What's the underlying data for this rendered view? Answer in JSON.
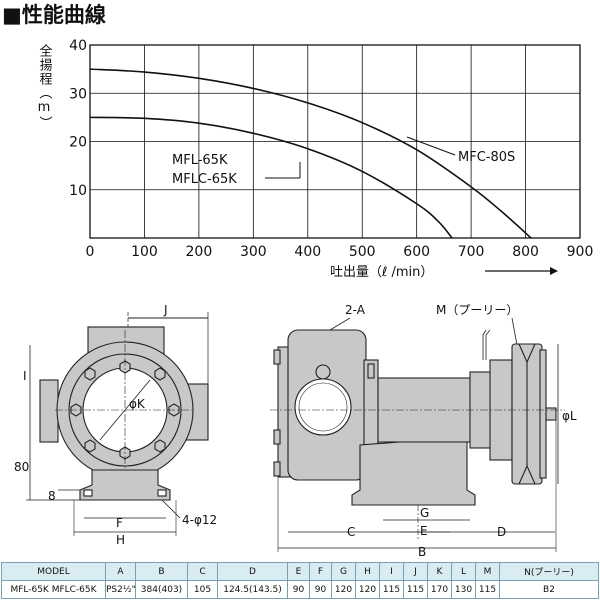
{
  "title": "■性能曲線",
  "chart_data": {
    "type": "line",
    "title": "",
    "xlabel": "吐出量（ℓ /min）",
    "ylabel": "全揚程（m）",
    "xlim": [
      0,
      900
    ],
    "ylim": [
      0,
      40
    ],
    "grid": true,
    "xticks": [
      "0",
      "100",
      "200",
      "300",
      "400",
      "500",
      "600",
      "700",
      "800",
      "900"
    ],
    "yticks": [
      "0",
      "10",
      "20",
      "30",
      "40"
    ],
    "series": [
      {
        "name": "MFC-80S",
        "x": [
          0,
          100,
          200,
          300,
          400,
          500,
          600,
          700,
          760,
          810
        ],
        "y": [
          35,
          34.4,
          33.1,
          31,
          28,
          23.9,
          18.3,
          10.6,
          5.1,
          0
        ]
      },
      {
        "name": "MFL-65K",
        "name2": "MFLC-65K",
        "x": [
          0,
          100,
          200,
          300,
          400,
          500,
          600,
          640,
          665
        ],
        "y": [
          25,
          24.8,
          23.8,
          21.7,
          18.5,
          13.8,
          7.1,
          3.4,
          0
        ]
      }
    ]
  },
  "drawing": {
    "labels": {
      "J": "J",
      "I": "I",
      "phiK": "φK",
      "v80": "80",
      "v8": "8",
      "F": "F",
      "H": "H",
      "holes": "4-φ12",
      "twoA": "2-A",
      "pulley": "M（プーリー）",
      "phiL": "φL",
      "G": "G",
      "C": "C",
      "E": "E",
      "D": "D",
      "B": "B"
    },
    "colors": {
      "body": "#c8c8c8",
      "line": "#222222"
    }
  },
  "table": {
    "headers": [
      "MODEL",
      "A",
      "B",
      "C",
      "D",
      "E",
      "F",
      "G",
      "H",
      "I",
      "J",
      "K",
      "L",
      "M",
      "N(プーリー)"
    ],
    "rows": [
      [
        "MFL-65K  MFLC-65K",
        "PS2½\"",
        "384(403)",
        "105",
        "124.5(143.5)",
        "90",
        "90",
        "120",
        "120",
        "115",
        "115",
        "170",
        "130",
        "115",
        "B2"
      ]
    ],
    "colors": {
      "header_bg": "#d9ecf2",
      "border": "#7a9fb0"
    }
  }
}
